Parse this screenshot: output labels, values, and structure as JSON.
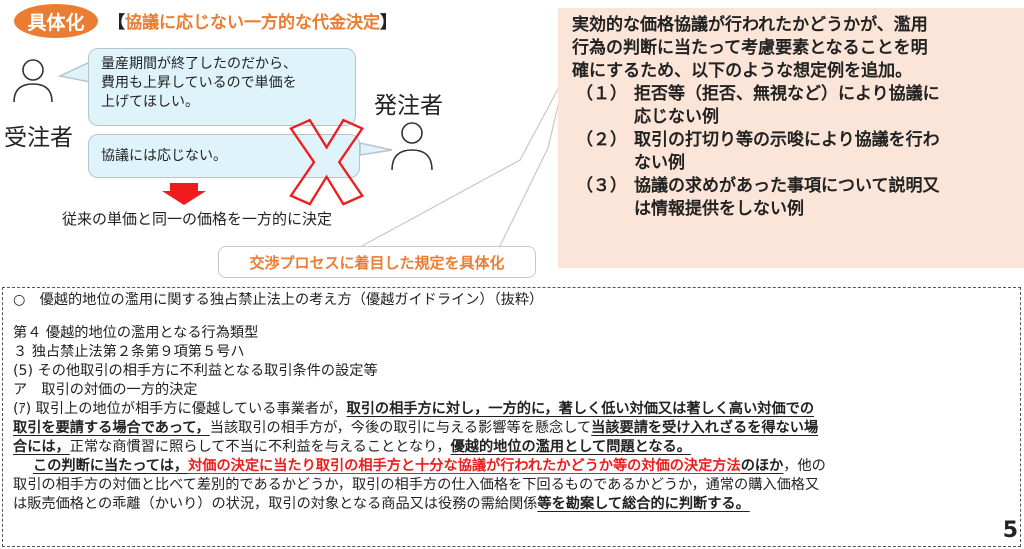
{
  "header": {
    "badge": "具体化",
    "title_open": "【",
    "title": "協議に応じない一方的な代金決定",
    "title_close": "】"
  },
  "scenario": {
    "contractor_label": "受注者",
    "client_label": "発注者",
    "contractor_bubble": [
      "量産期間が終了したのだから、",
      "費用も上昇しているので単価を",
      "上げてほしい。"
    ],
    "client_bubble": "協議には応じない。",
    "result_text": "従来の単価と同一の価格を一方的に決定",
    "callout": "交渉プロセスに着目した規定を具体化",
    "icons": {
      "person": "person-icon",
      "cross": "cross-mark-icon",
      "arrow": "arrow-down-icon"
    },
    "colors": {
      "accent": "#ea7d32",
      "cross": "#ee1c1c",
      "bubble": "#dff3fb",
      "peach": "#fbe5d8"
    }
  },
  "summary": {
    "intro": [
      "実効的な価格協議が行われたかどうかが、濫用",
      "行為の判断に当たって考慮要素となることを明",
      "確にするため、以下のような想定例を追加。"
    ],
    "items": [
      {
        "num": "（１）",
        "lines": [
          "拒否等（拒否、無視など）により協議に",
          "応じない例"
        ]
      },
      {
        "num": "（２）",
        "lines": [
          "取引の打切り等の示唆により協議を行わ",
          "ない例"
        ]
      },
      {
        "num": "（３）",
        "lines": [
          "協議の求めがあった事項について説明又",
          "は情報提供をしない例"
        ]
      }
    ]
  },
  "guideline": {
    "title": "○　優越的地位の濫用に関する独占禁止法上の考え方（優越ガイドライン）（抜粋）",
    "section": "第４ 優越的地位の濫用となる行為類型",
    "subsection": " ３ 独占禁止法第２条第９項第５号ハ",
    "item5": "(5) その他取引の相手方に不利益となる取引条件の設定等",
    "itemA": "ア　取引の対価の一方的決定",
    "p1": {
      "a": "(ｱ) 取引上の地位が相手方に優越している事業者が，",
      "b": "取引の相手方に対し，一方的に，著しく低い対価又は著しく高い対価での",
      "c": "取引を要請する場合であって，",
      "d": "当該取引の相手方が，今後の取引に与える影響等を懸念して",
      "e": "当該要請を受け入れざるを得ない場",
      "f": "合には，",
      "g": "正常な商慣習に照らして不当に不利益を与えることとなり，",
      "h": "優越的地位の濫用として問題となる。"
    },
    "p2": {
      "a": "この判断に当たっては，",
      "b": "対価の決定に当たり取引の相手方と十分な協議が行われたかどうか等の対価の決定方法",
      "c": "のほか",
      "d": "，他の",
      "e": "取引の相手方の対価と比べて差別的であるかどうか，取引の相手方の仕入価格を下回るものであるかどうか，通常の購入価格又",
      "f": "は販売価格との乖離（かいり）の状況，取引の対象となる商品又は役務の需給関係",
      "g": "等を勘案して総合的に判断する。"
    }
  },
  "page_number": "5"
}
